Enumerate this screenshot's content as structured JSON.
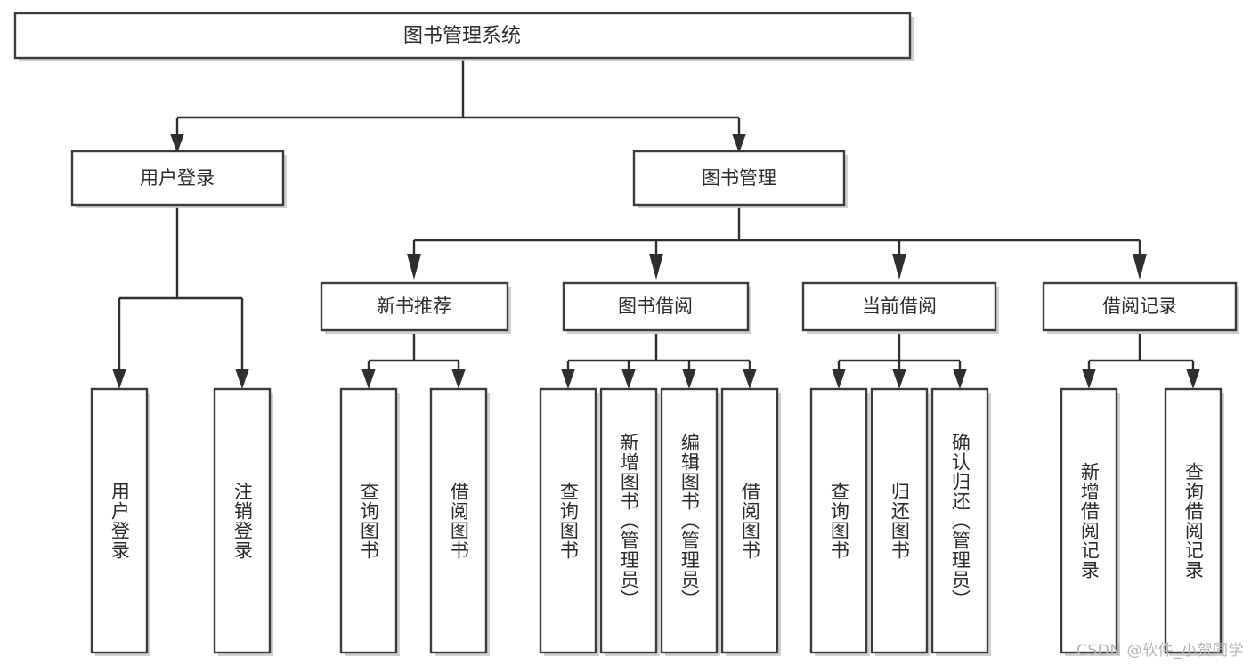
{
  "diagram": {
    "title_node": {
      "label": "图书管理系统"
    },
    "level1": [
      {
        "label": "用户登录"
      },
      {
        "label": "图书管理"
      }
    ],
    "level2": [
      {
        "label": "新书推荐"
      },
      {
        "label": "图书借阅"
      },
      {
        "label": "当前借阅"
      },
      {
        "label": "借阅记录"
      }
    ],
    "leaves": {
      "user_login": [
        {
          "label": "用户登录"
        },
        {
          "label": "注销登录"
        }
      ],
      "new_book_recommend": [
        {
          "label": "查询图书"
        },
        {
          "label": "借阅图书"
        }
      ],
      "book_borrow": [
        {
          "label": "查询图书"
        },
        {
          "label": "新增图书（管理员）"
        },
        {
          "label": "编辑图书（管理员）"
        },
        {
          "label": "借阅图书"
        }
      ],
      "current_borrow": [
        {
          "label": "查询图书"
        },
        {
          "label": "归还图书"
        },
        {
          "label": "确认归还（管理员）"
        }
      ],
      "borrow_record": [
        {
          "label": "新增借阅记录"
        },
        {
          "label": "查询借阅记录"
        }
      ]
    },
    "watermark": "CSDN @软件_小贺同学",
    "colors": {
      "box_stroke": "#3b3b3b",
      "connector": "#2f2f2f",
      "text": "#2b2b2b",
      "background": "#ffffff",
      "watermark": "#b4b4b4"
    }
  }
}
